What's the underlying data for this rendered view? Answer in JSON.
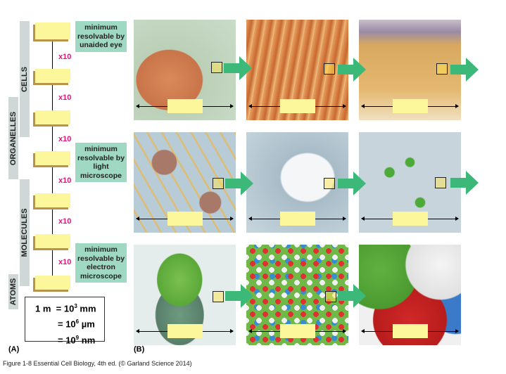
{
  "panel_a": {
    "label": "(A)",
    "categories": [
      "CELLS",
      "ORGANELLES",
      "MOLECULES",
      "ATOMS"
    ],
    "multiplier": "x10",
    "notes": [
      "minimum resolvable by unaided eye",
      "minimum resolvable by light microscope",
      "minimum resolvable by electron microscope"
    ],
    "units": [
      "1 m",
      "= 10",
      "3",
      "mm",
      "= 10",
      "6",
      "µm",
      "= 10",
      "9",
      "nm"
    ]
  },
  "panel_b": {
    "label": "(B)"
  },
  "caption": "Figure 1-8 Essential Cell Biology, 4th ed. (© Garland Science 2014)",
  "colors": {
    "label_box": "#fbf79a",
    "note_box": "#9fd9c3",
    "arrow": "#3cb878",
    "multiplier": "#e0157a"
  }
}
